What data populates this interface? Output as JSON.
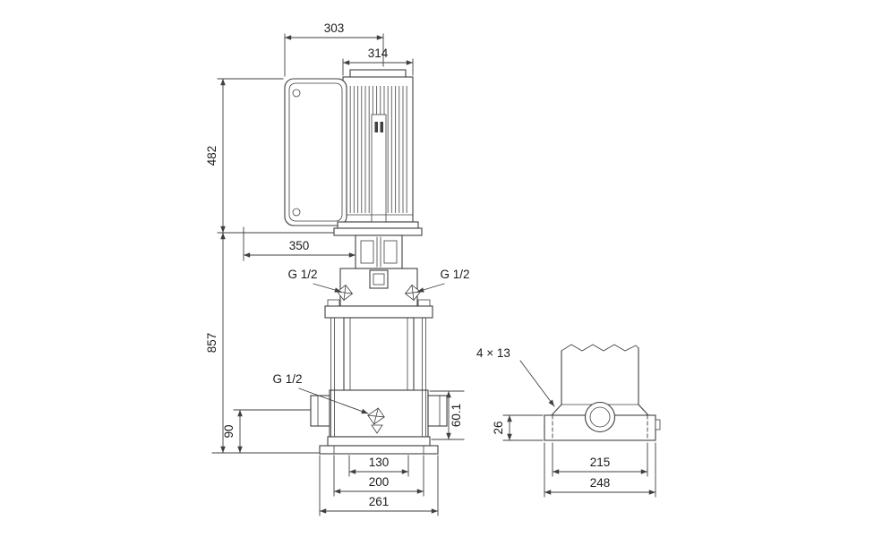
{
  "drawing": {
    "background": "#ffffff",
    "colors": {
      "line": "#3f3f3f",
      "text": "#1c1c1c"
    }
  },
  "front_view": {
    "dim_terminal_box_width": "303",
    "dim_motor_width": "314",
    "dim_motor_height": "482",
    "dim_depth": "350",
    "dim_total_height": "857",
    "dim_port_centerline_height": "90",
    "dim_port_offset": "60.1",
    "dim_base_width_inner": "130",
    "dim_base_width_mid": "200",
    "dim_base_width_outer": "261",
    "label_gauge_port_left": "G 1/2",
    "label_gauge_port_right": "G 1/2",
    "label_drain_port": "G 1/2"
  },
  "side_view": {
    "label_bolt_holes": "4 × 13",
    "dim_foot_height": "26",
    "dim_bolt_spacing": "215",
    "dim_foot_width": "248"
  }
}
